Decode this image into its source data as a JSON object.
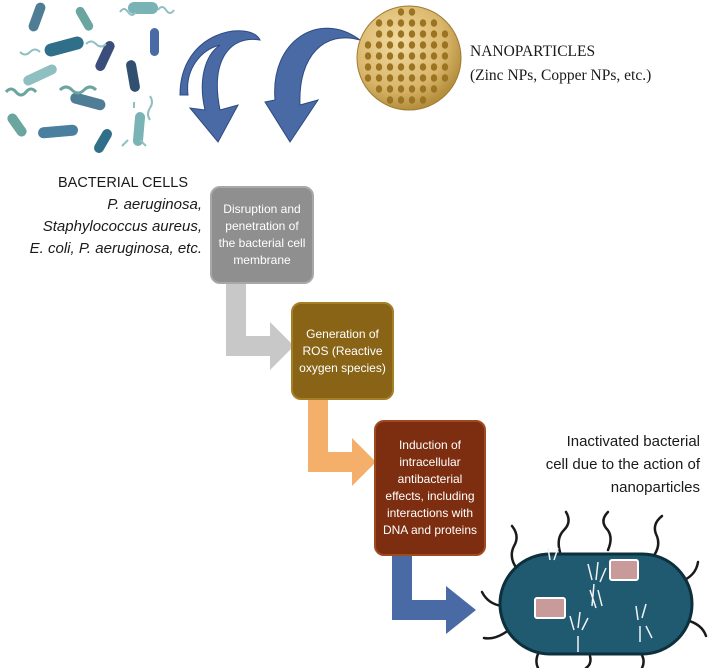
{
  "nanoparticles": {
    "title": "NANOPARTICLES",
    "examples": "(Zinc NPs, Copper NPs, etc.)"
  },
  "bacterial_cells": {
    "title": "BACTERIAL CELLS",
    "lines": [
      "P. aeruginosa,",
      "Staphylococcus aureus,",
      "E. coli, P. aeruginosa, etc."
    ]
  },
  "steps": [
    {
      "text": "Disruption and penetration of the bacterial cell membrane",
      "color": "#8f8f8f"
    },
    {
      "text": "Generation of ROS (Reactive oxygen species)",
      "color": "#8a6416"
    },
    {
      "text": "Induction of intracellular antibacterial effects, including interactions with DNA and proteins",
      "color": "#7d2e10"
    }
  ],
  "result": {
    "text": "Inactivated bacterial cell due to the action of nanoparticles"
  },
  "colors": {
    "curved_arrows": "#4a6aa5",
    "arrow_gray": "#c8c8c8",
    "arrow_orange": "#f4b06a",
    "arrow_blue": "#4a6aa5",
    "nanoparticle": "#d9b56a",
    "cell_body": "#1f5a70"
  }
}
